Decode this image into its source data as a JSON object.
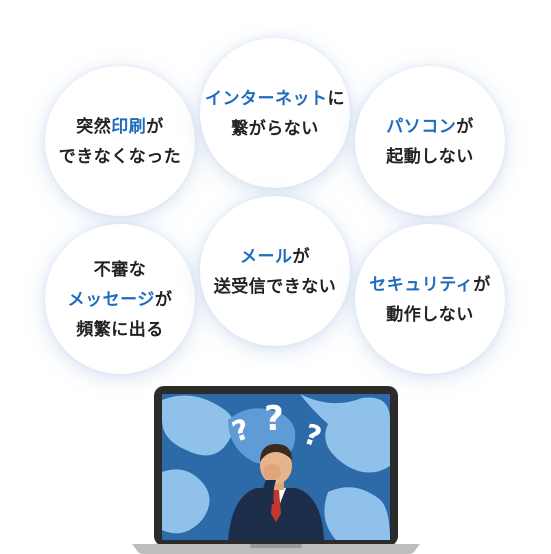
{
  "bubbles": [
    {
      "line1": {
        "pre": "突然",
        "hl": "印刷",
        "post": "が"
      },
      "line2": "できなくなった"
    },
    {
      "line1": {
        "pre": "",
        "hl": "インターネット",
        "post": "に"
      },
      "line2": "繋がらない"
    },
    {
      "line1": {
        "pre": "",
        "hl": "パソコン",
        "post": "が"
      },
      "line2": "起動しない"
    },
    {
      "line1": "不審な",
      "line2": {
        "hl": "メッセージ",
        "post": "が"
      },
      "line3": "頻繁に出る"
    },
    {
      "line1": {
        "pre": "",
        "hl": "メール",
        "post": "が"
      },
      "line2": "送受信できない"
    },
    {
      "line1": {
        "pre": "",
        "hl": "セキュリティ",
        "post": "が"
      },
      "line2": "動作しない"
    }
  ],
  "colors": {
    "highlight": "#1f6bbf",
    "text": "#222222",
    "screen_bg": "#2c6aa8",
    "blob_light": "#8fc1ea",
    "suit": "#1c2e4a",
    "question_mark": "#ffffff"
  },
  "illustration": {
    "icon": "laptop-with-confused-man-icon",
    "question_marks": [
      "?",
      "?",
      "?"
    ]
  }
}
